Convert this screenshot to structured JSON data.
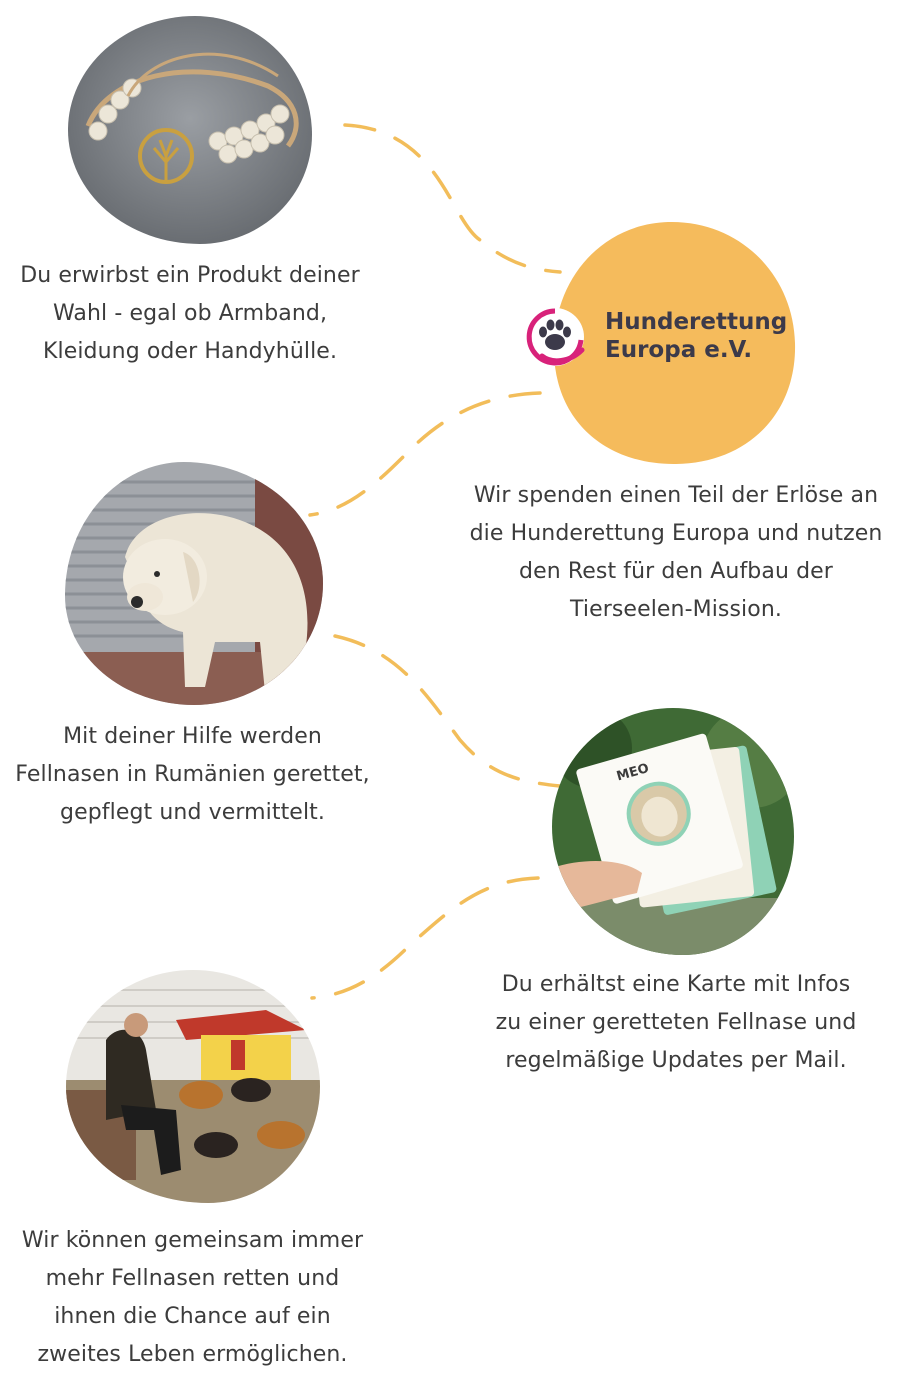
{
  "steps": [
    {
      "image": "bracelet-photo",
      "lines": [
        "Du erwirbst ein Produkt deiner",
        "Wahl - egal ob Armband,",
        "Kleidung oder Handyhülle."
      ]
    },
    {
      "image": "organization-logo",
      "lines": [
        "Wir spenden einen Teil der Erlöse an",
        "die Hunderettung Europa und nutzen",
        "den Rest für den Aufbau der",
        "Tierseelen-Mission."
      ]
    },
    {
      "image": "rescued-dog-photo",
      "lines": [
        "Mit deiner Hilfe werden",
        "Fellnasen in Rumänien gerettet,",
        "gepflegt und vermittelt."
      ]
    },
    {
      "image": "info-cards-photo",
      "lines": [
        "Du erhältst eine Karte mit Infos",
        "zu einer geretteten Fellnase und",
        "regelmäßige Updates per Mail."
      ]
    },
    {
      "image": "dogs-with-caretaker-photo",
      "lines": [
        "Wir können gemeinsam immer",
        "mehr Fellnasen retten und",
        "ihnen die Chance auf ein",
        "zweites Leben ermöglichen."
      ]
    }
  ],
  "logo": {
    "line1": "Hunderettung",
    "line2": "Europa e.V.",
    "icon": "paw-heart-icon"
  },
  "card": {
    "name": "MEO"
  },
  "colors": {
    "connector": "#f2bd5a",
    "logo_blob": "#f5bb5c",
    "logo_text": "#3c3a4a",
    "logo_magenta": "#d8227a",
    "text": "#3c3c3c"
  }
}
